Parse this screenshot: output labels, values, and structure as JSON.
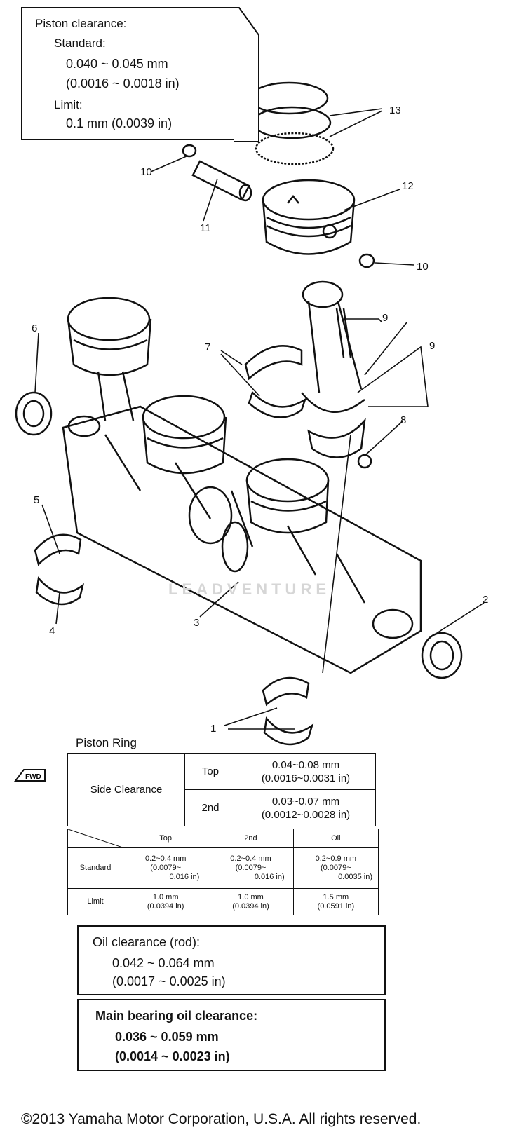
{
  "piston_clearance": {
    "title": "Piston clearance:",
    "standard_label": "Standard:",
    "standard_mm": "0.040 ~ 0.045 mm",
    "standard_in": "(0.0016 ~ 0.0018 in)",
    "limit_label": "Limit:",
    "limit_value": "0.1 mm (0.0039 in)"
  },
  "callouts": [
    "1",
    "2",
    "3",
    "4",
    "5",
    "6",
    "7",
    "8",
    "9",
    "9",
    "10",
    "10",
    "11",
    "12",
    "13"
  ],
  "watermark": "LEADVENTURE",
  "fwd_label": "FWD",
  "piston_ring": {
    "title": "Piston Ring",
    "side_clearance_label": "Side Clearance",
    "top_label": "Top",
    "top_mm": "0.04~0.08 mm",
    "top_in": "(0.0016~0.0031 in)",
    "second_label": "2nd",
    "second_mm": "0.03~0.07 mm",
    "second_in": "(0.0012~0.0028 in)"
  },
  "end_gap": {
    "headers": [
      "Top",
      "2nd",
      "Oil"
    ],
    "standard_label": "Standard",
    "limit_label": "Limit",
    "standard": [
      [
        "0.2~0.4 mm",
        "(0.0079~",
        "0.016 in)"
      ],
      [
        "0.2~0.4 mm",
        "(0.0079~",
        "0.016 in)"
      ],
      [
        "0.2~0.9 mm",
        "(0.0079~",
        "0.0035 in)"
      ]
    ],
    "limit": [
      [
        "1.0 mm",
        "(0.0394 in)"
      ],
      [
        "1.0 mm",
        "(0.0394 in)"
      ],
      [
        "1.5 mm",
        "(0.0591 in)"
      ]
    ]
  },
  "oil_clearance_rod": {
    "title": "Oil clearance (rod):",
    "mm": "0.042 ~ 0.064 mm",
    "in": "(0.0017 ~ 0.0025 in)"
  },
  "main_bearing": {
    "title": "Main bearing oil clearance:",
    "mm": "0.036 ~ 0.059 mm",
    "in": "(0.0014 ~ 0.0023 in)"
  },
  "copyright": "©2013 Yamaha Motor Corporation, U.S.A. All rights reserved."
}
